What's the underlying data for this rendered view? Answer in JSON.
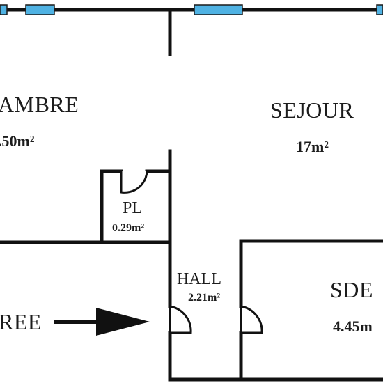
{
  "rooms": {
    "chambre": {
      "name": "AMBRE",
      "area": ".50m²"
    },
    "sejour": {
      "name": "SEJOUR",
      "area": "17m²"
    },
    "placard": {
      "name": "PL",
      "area": "0.29m²"
    },
    "hall": {
      "name": "HALL",
      "area": "2.21m²"
    },
    "sde": {
      "name": "SDE",
      "area": "4.45m"
    },
    "entree": {
      "name": "REE"
    }
  },
  "colors": {
    "wall": "#111111",
    "window": "#4fb2e3",
    "text": "#1c1c1c"
  },
  "icons": {
    "entry_arrow": "arrow-right-icon"
  }
}
